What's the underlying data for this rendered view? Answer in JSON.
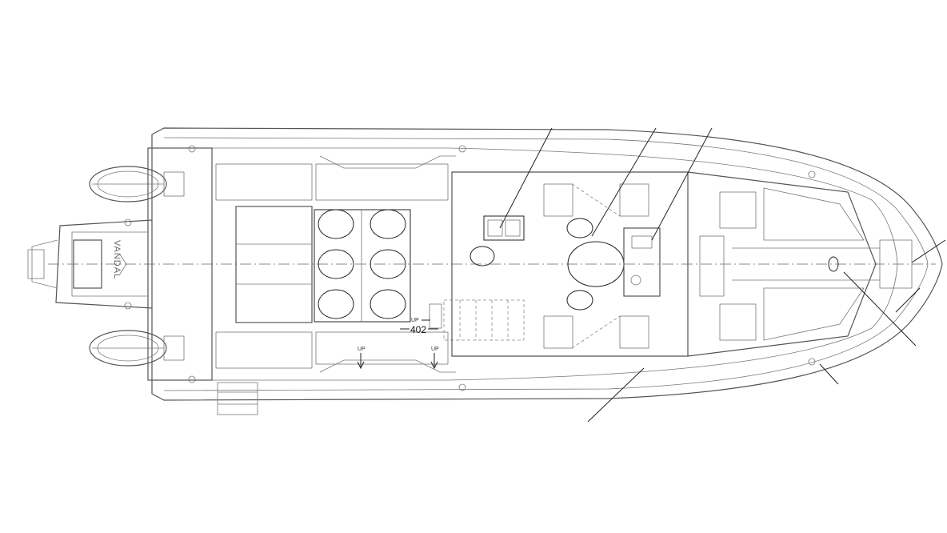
{
  "drawing": {
    "title": "Boat deck plan (top view)",
    "logo_text": "VANDAL",
    "up_labels": [
      "UP",
      "UP",
      "UP"
    ],
    "dimension_label": "402"
  }
}
